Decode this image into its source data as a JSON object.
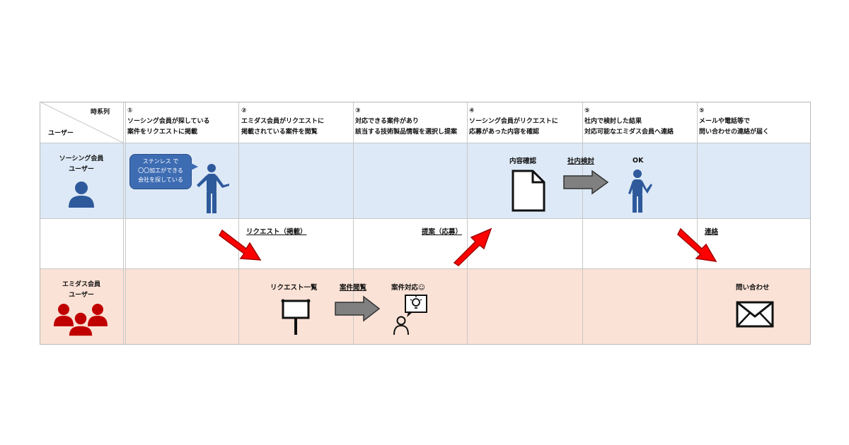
{
  "header": {
    "corner_top": "時系列",
    "corner_bottom": "ユーザー",
    "steps": [
      {
        "num": "①",
        "line1": "ソーシング会員が探している",
        "line2": "案件をリクエストに掲載"
      },
      {
        "num": "②",
        "line1": "エミダス会員がリクエストに",
        "line2": "掲載されている案件を閲覧"
      },
      {
        "num": "③",
        "line1": "対応できる案件があり",
        "line2": "該当する技術製品情報を選択し提案"
      },
      {
        "num": "④",
        "line1": "ソーシング会員がリクエストに",
        "line2": "応募があった内容を確認"
      },
      {
        "num": "⑤",
        "line1": "社内で検討した結果",
        "line2": "対応可能なエミダス会員へ連絡"
      },
      {
        "num": "⑤",
        "line1": "メールや電話等で",
        "line2": "問い合わせの連絡が届く"
      }
    ]
  },
  "rows": {
    "sourcing": {
      "line1": "ソーシング会員",
      "line2": "ユーザー",
      "color": "#2e5a9c",
      "band_color": "#dde9f6"
    },
    "emidas": {
      "line1": "エミダス会員",
      "line2": "ユーザー",
      "color": "#c00000",
      "band_color": "#fbe2d6"
    }
  },
  "bubble": {
    "line1": "ステンレス で",
    "line2": "〇〇加工ができる",
    "line3": "会社を探している"
  },
  "labels": {
    "request_post": "リクエスト（掲載）",
    "proposal": "提案（応募）",
    "contact": "連絡",
    "content_check": "内容確認",
    "internal_review": "社内検討",
    "ok": "OK",
    "request_list": "リクエスト一覧",
    "case_browse": "案件閲覧",
    "case_response": "案件対応☺",
    "inquiry": "問い合わせ"
  },
  "icons": [
    "person-group-icon",
    "person-icon",
    "standing-man-icon",
    "document-icon",
    "signboard-icon",
    "idea-person-icon",
    "envelope-icon",
    "gray-arrow-icon",
    "red-arrow-icon"
  ],
  "colors": {
    "red_arrow": "#ff0000",
    "gray_arrow": "#808080",
    "blue": "#2e5a9c",
    "red": "#c00000"
  }
}
